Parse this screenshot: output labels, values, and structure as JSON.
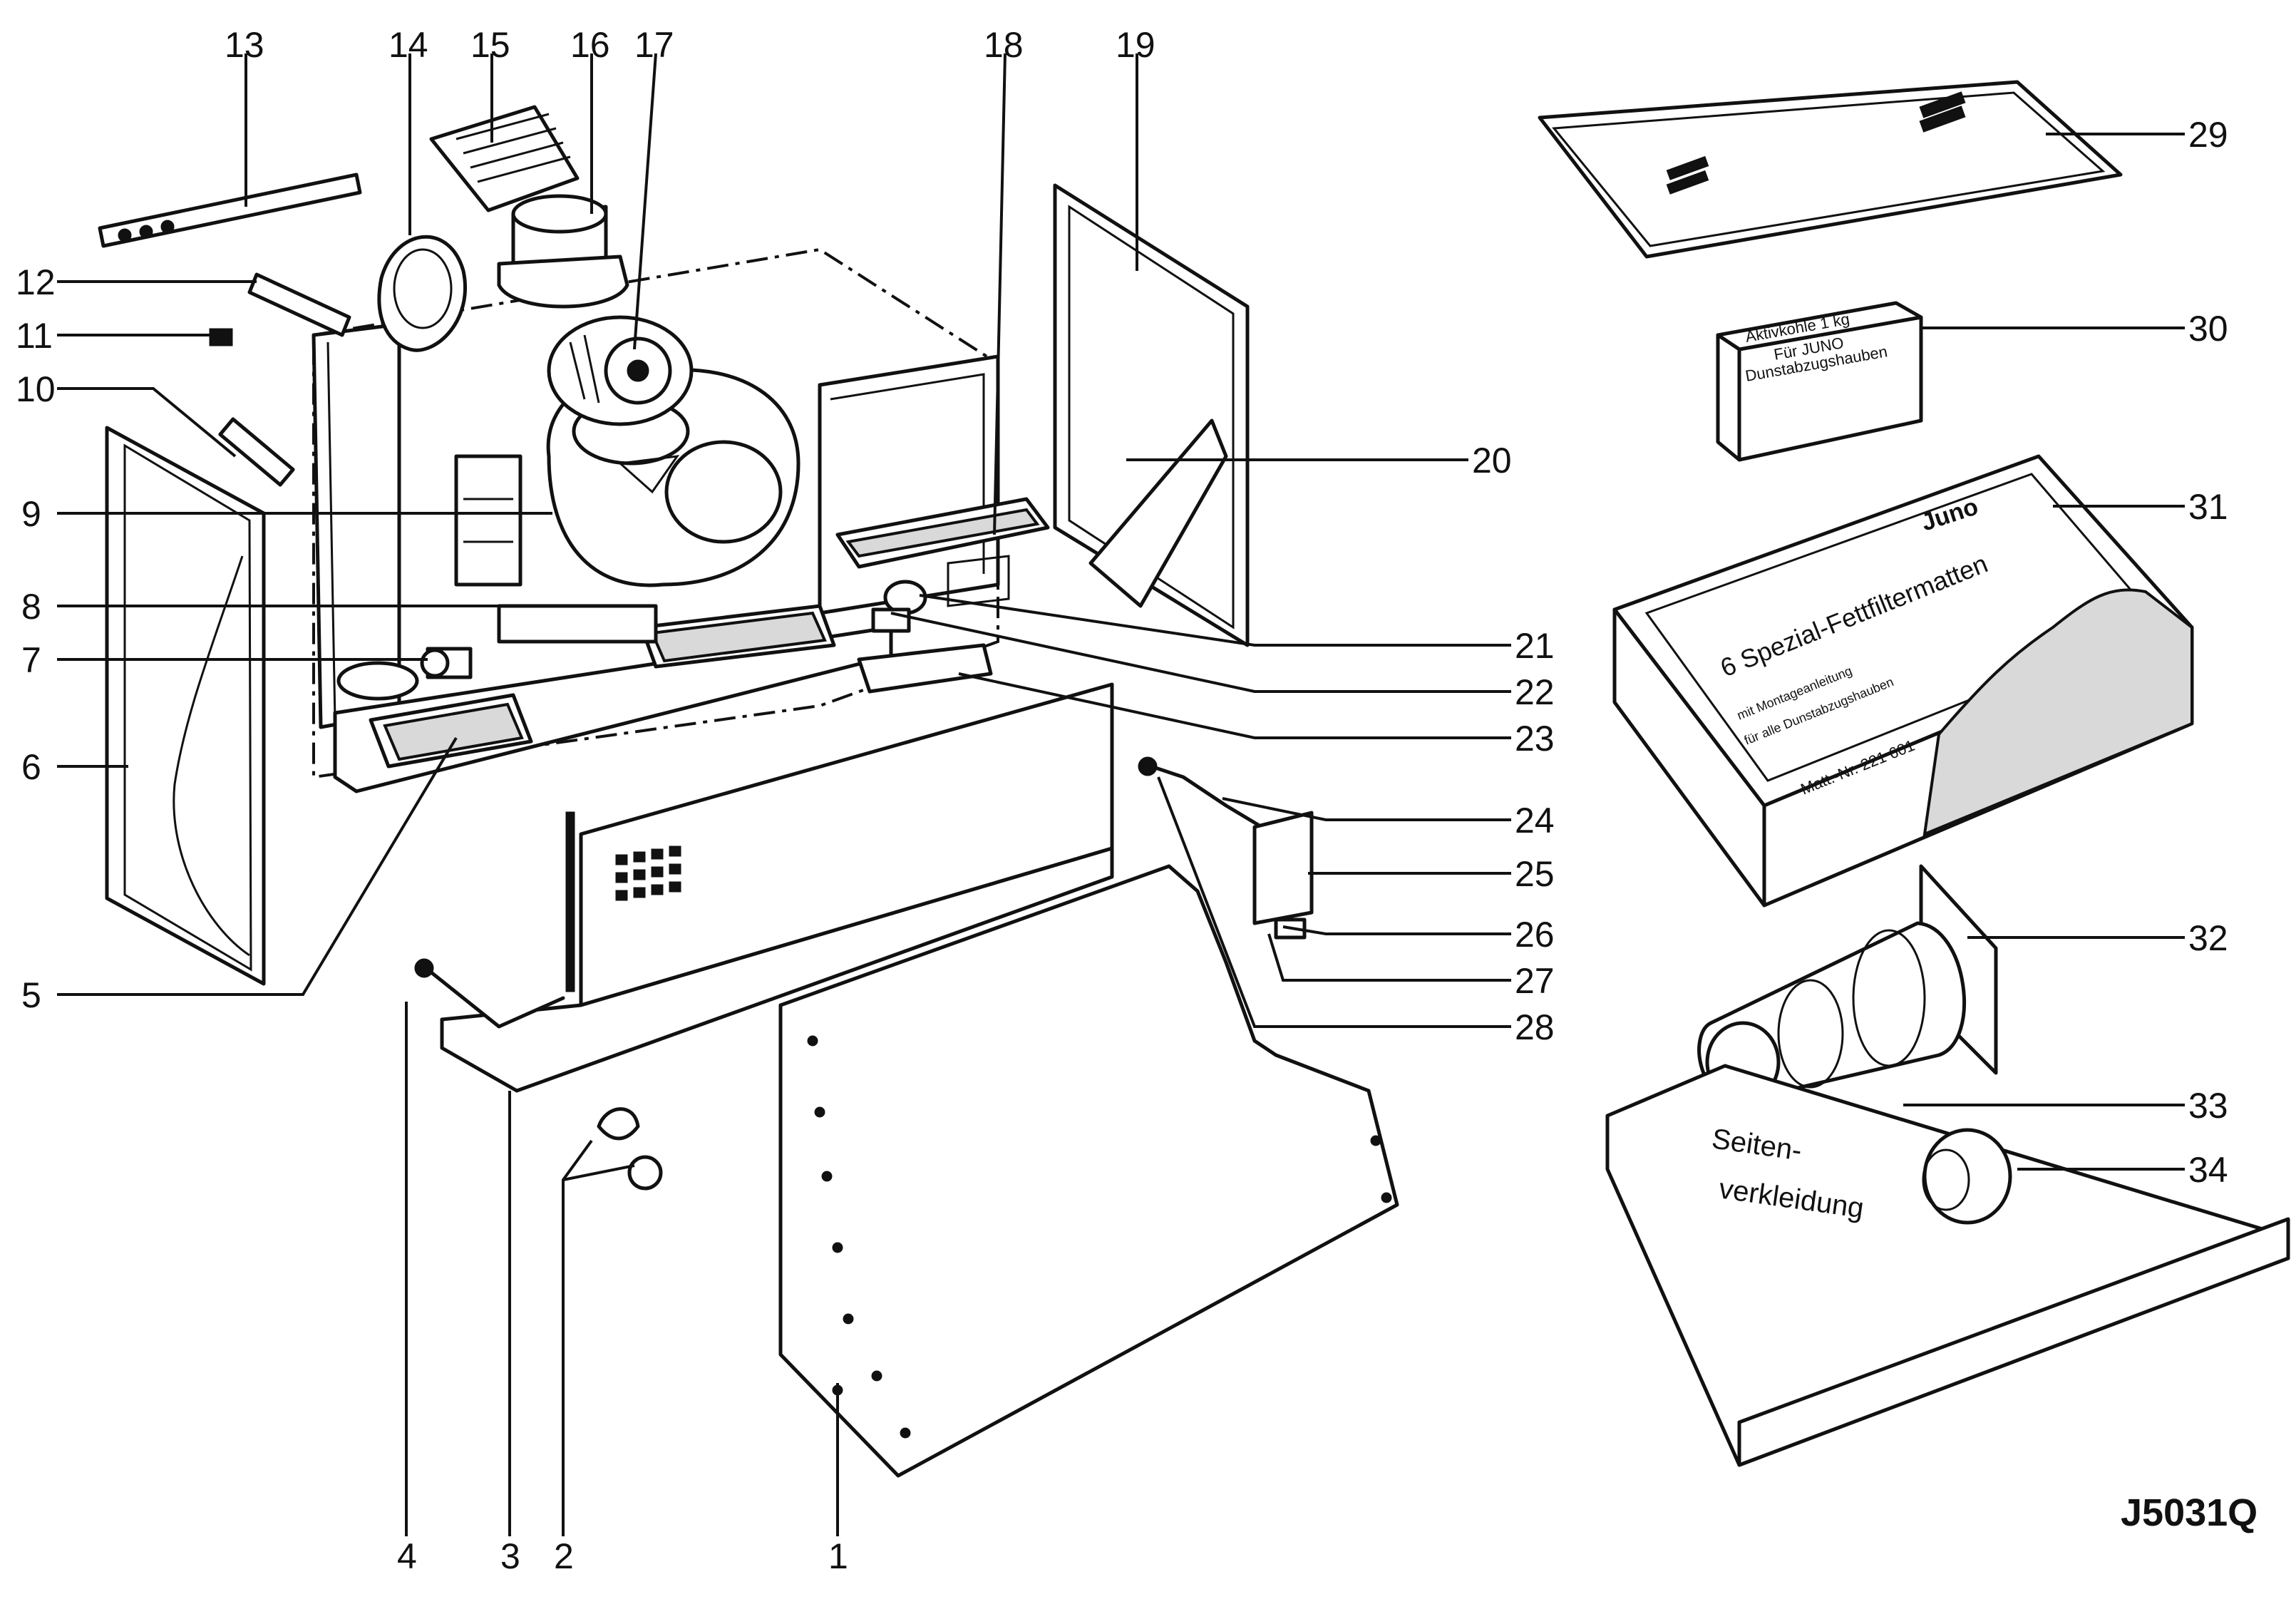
{
  "diagram": {
    "code": "J5031Q",
    "labels": [
      "1",
      "2",
      "3",
      "4",
      "5",
      "6",
      "7",
      "8",
      "9",
      "10",
      "11",
      "12",
      "13",
      "14",
      "15",
      "16",
      "17",
      "18",
      "19",
      "20",
      "21",
      "22",
      "23",
      "24",
      "25",
      "26",
      "27",
      "28",
      "29",
      "30",
      "31",
      "32",
      "33",
      "34"
    ],
    "package_texts": {
      "charcoal_line1": "Aktivkohle 1 kg",
      "charcoal_line2": "Für JUNO",
      "charcoal_line3": "Dunstabzugshauben",
      "filter_brand": "Juno",
      "filter_title": "6 Spezial-Fettfiltermatten",
      "filter_sub1": "mit Montageanleitung",
      "filter_sub2": "für alle Dunstabzugshauben",
      "filter_number": "Matt.-Nr. 221 601",
      "panel_line1": "Seiten-",
      "panel_line2": "verkleidung"
    }
  }
}
